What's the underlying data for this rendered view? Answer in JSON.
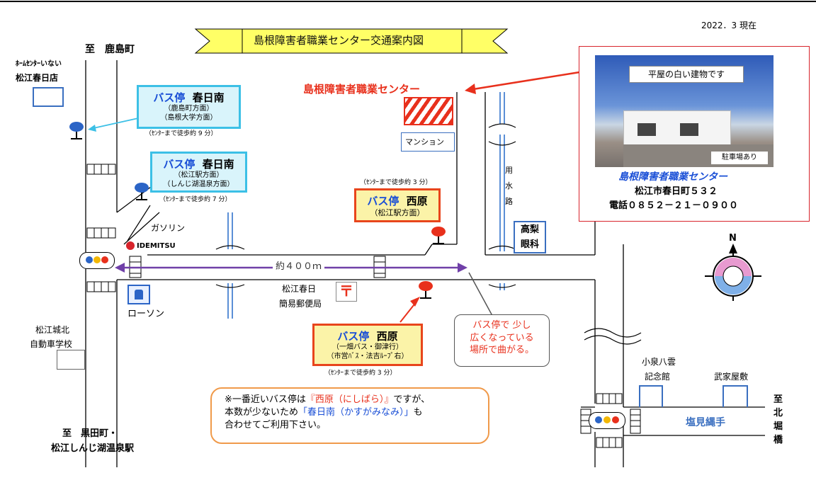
{
  "date": "2022．3 現在",
  "title": "島根障害者職業センター交通案内図",
  "direction_north": "至　鹿島町",
  "direction_south_1": "至　黒田町・",
  "direction_south_2": "松江しんじ湖温泉駅",
  "direction_east": [
    "至",
    "北",
    "堀",
    "橋"
  ],
  "landmarks": {
    "home_center_1": "ﾎｰﾑｾﾝﾀｰいない",
    "home_center_2": "松江春日店",
    "gas": "ガソリン",
    "idemitsu": "IDEMITSU",
    "lawson": "ローソン",
    "post_1": "松江春日",
    "post_2": "簡易郵便局",
    "school_1": "松江城北",
    "school_2": "自動車学校",
    "mansion": "マンション",
    "canal": [
      "用",
      "水",
      "路"
    ],
    "ophth_1": "高梨",
    "ophth_2": "眼科",
    "koizumi_1": "小泉八雲",
    "koizumi_2": "記念館",
    "samurai": "武家屋敷",
    "shiomi": "塩見縄手"
  },
  "center_label": "島根障害者職業センター",
  "distance": "約４００ｍ",
  "bus_stops": {
    "kasuga1": {
      "name": "バス停",
      "place": "春日南",
      "dirs": [
        "（鹿島町方面）",
        "（島根大学方面）"
      ],
      "walk": "（ｾﾝﾀｰまで徒歩約 9 分）"
    },
    "kasuga2": {
      "name": "バス停",
      "place": "春日南",
      "dirs": [
        "（松江駅方面）",
        "（しんじ湖温泉方面）"
      ],
      "walk": "（ｾﾝﾀｰまで徒歩約 7 分）"
    },
    "nishihara1": {
      "name": "バス停",
      "place": "西原",
      "dirs": [
        "（松江駅方面）"
      ],
      "walk": "（ｾﾝﾀｰまで徒歩約 3 分）"
    },
    "nishihara2": {
      "name": "バス停",
      "place": "西原",
      "dirs": [
        "（一畑バス・御津行）",
        "（市営ﾊﾞｽ・法吉ﾙｰﾌﾟ右）"
      ],
      "walk": "（ｾﾝﾀｰまで徒歩約 3 分）"
    }
  },
  "callout": {
    "line1": "バス停で 少し",
    "line2": "広くなっている",
    "line3": "場所で曲がる。"
  },
  "note": {
    "p1": "※一番近いバス停は",
    "p1_red": "『西原（にしばら）』",
    "p1_end": "ですが、",
    "p2": "本数が少ないため",
    "p2_blue": "「春日南（かすがみなみ）」",
    "p2_end": "も",
    "p3": "合わせてご利用下さい。"
  },
  "info": {
    "photo_caption": "平屋の白い建物です",
    "parking": "駐車場あり",
    "name": "島根障害者職業センター",
    "address": "松江市春日町５３２",
    "tel": "電話０８５２－２１－０９００"
  },
  "compass_label": "N",
  "colors": {
    "bus_blue": "#1a4fd6",
    "red": "#e8301c",
    "cyan": "#3cc0e6",
    "road_blue": "#5b8fd6"
  }
}
